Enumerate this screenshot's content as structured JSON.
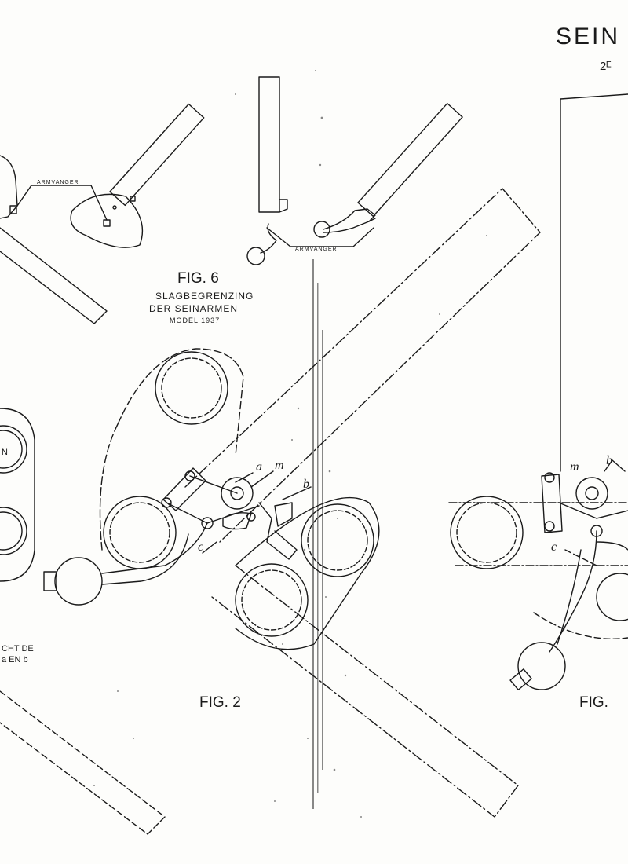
{
  "sheet": {
    "title": "SEIN",
    "subtitle": "2ᴱ",
    "paper_color": "#fdfdfb",
    "ink_color": "#1a1a1a"
  },
  "labels": {
    "armvanger_left": "ARMVANGER",
    "armvanger_right": "ARMVANGER",
    "fig6": "FIG. 6",
    "fig6_caption_1": "SLAGBEGRENZING",
    "fig6_caption_2": "DER SEINARMEN",
    "fig6_caption_3": "MODEL 1937",
    "fig2": "FIG. 2",
    "fig3": "FIG.",
    "left_note_1": "CHT DE",
    "left_note_2": "a EN b",
    "left_tag": "N"
  },
  "parts": {
    "a": "a",
    "m": "m",
    "b": "b",
    "c": "c",
    "m2": "m",
    "b2": "b",
    "c2": "c"
  }
}
